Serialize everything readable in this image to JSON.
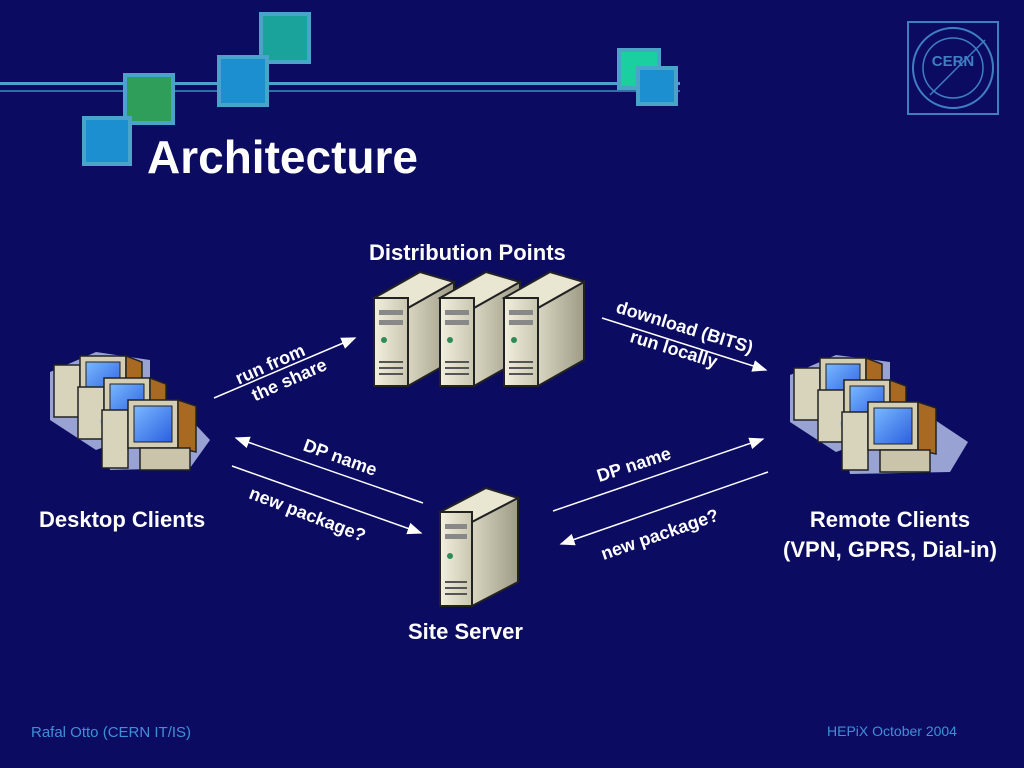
{
  "slide": {
    "title": "Architecture",
    "logo_text": "CERN",
    "footer_left": "Rafal Otto (CERN IT/IS)",
    "footer_right": "HEPiX October 2004"
  },
  "nodes": {
    "distribution_points": "Distribution Points",
    "desktop_clients": "Desktop Clients",
    "site_server": "Site Server",
    "remote_clients_line1": "Remote Clients",
    "remote_clients_line2": "(VPN, GPRS, Dial-in)"
  },
  "edges": {
    "run_from_share_line1": "run from",
    "run_from_share_line2": "the share",
    "download_line1": "download (BITS)",
    "download_line2": "run locally",
    "dp_name_left": "DP name",
    "new_package_left": "new package?",
    "dp_name_right": "DP name",
    "new_package_right": "new package?"
  },
  "colors": {
    "background": "#0b0b62",
    "text": "#ffffff",
    "footer_text": "#3f8fd8",
    "accent_teal": "#1aa39a",
    "accent_blue": "#1b8fd0",
    "accent_green": "#2e9e5a",
    "bar": "#4aa3c8"
  }
}
